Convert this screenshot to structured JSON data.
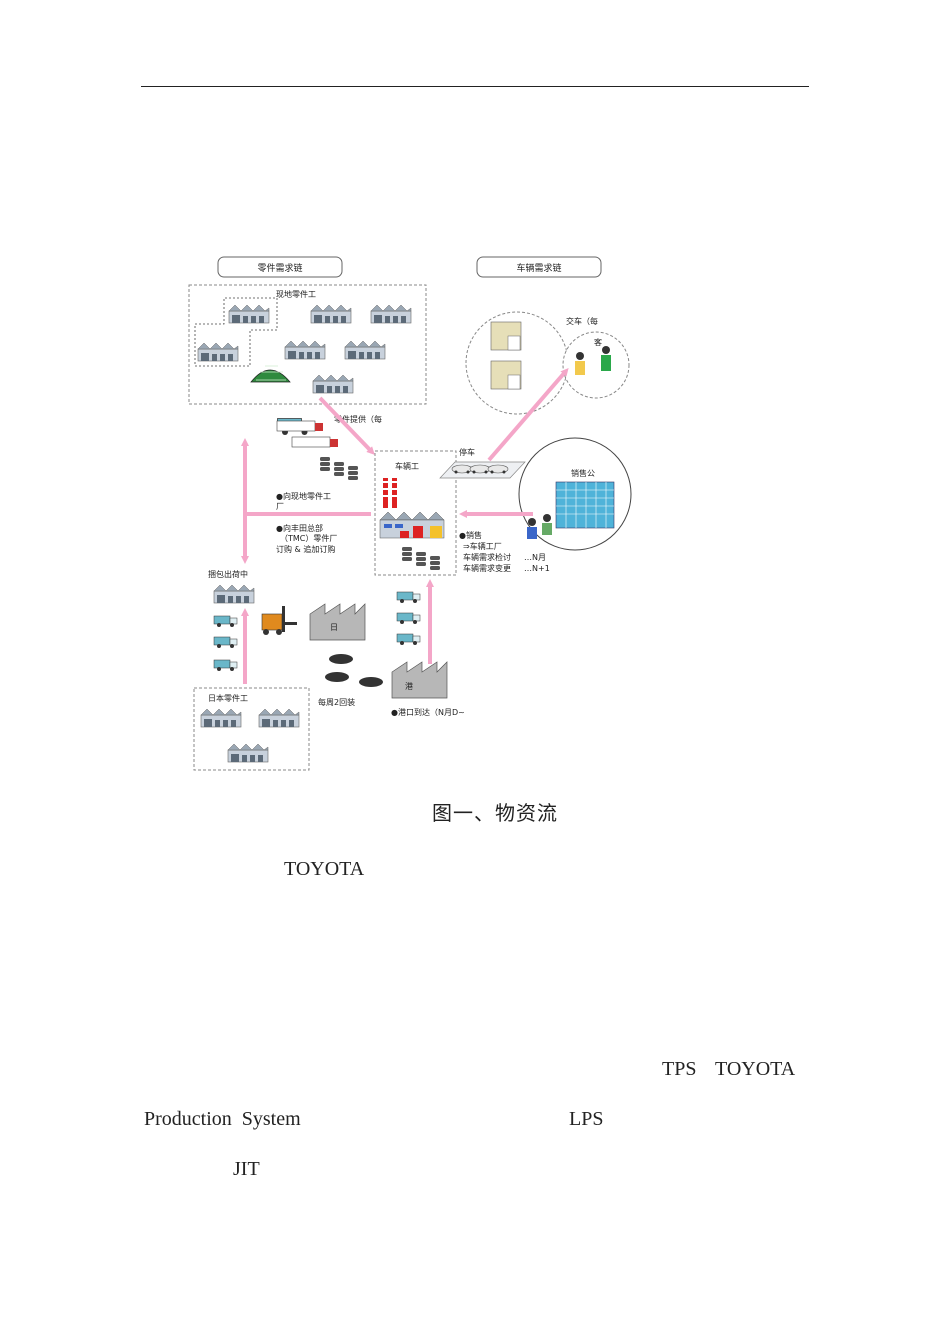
{
  "figure": {
    "parts_chain_title": "零件需求链",
    "vehicle_chain_title": "车辆需求链",
    "local_parts": "现地零件工",
    "parts_supply": "零件提供（每",
    "vehicle_plant": "车辆工",
    "parking": "停车",
    "delivery": "交车（每",
    "customer": "客",
    "sales_company": "销售公",
    "to_local_parts": "●向现地零件工",
    "to_local_parts_2": "厂",
    "toyota_hq_1": "●向丰田总部",
    "toyota_hq_2": "（TMC）零件厂",
    "toyota_hq_3": "订购 & 追加订购",
    "sales_1": "●销售",
    "sales_2": "⇒车辆工厂",
    "sales_3": "车辆需求检讨",
    "sales_3b": "…N月",
    "sales_4": "车辆需求变更",
    "sales_4b": "…N+1",
    "packing_center": "捆包出荷中",
    "japan_label": "日",
    "port_label": "港",
    "weekly_ships": "每周2回装",
    "port_arrival": "●港口到达（N月D~",
    "japan_parts": "日本零件工"
  },
  "caption": "图一、物资流",
  "text": {
    "toyota_1": "TOYOTA",
    "tps": "TPS",
    "toyota_2": "TOYOTA",
    "production_system": "Production  System",
    "lps": "LPS",
    "jit": "JIT"
  },
  "colors": {
    "arrow": "#f4a6c8",
    "building": "#c8d1dc",
    "truck": "#6ab7c9",
    "dash": "#8a8a8a"
  }
}
